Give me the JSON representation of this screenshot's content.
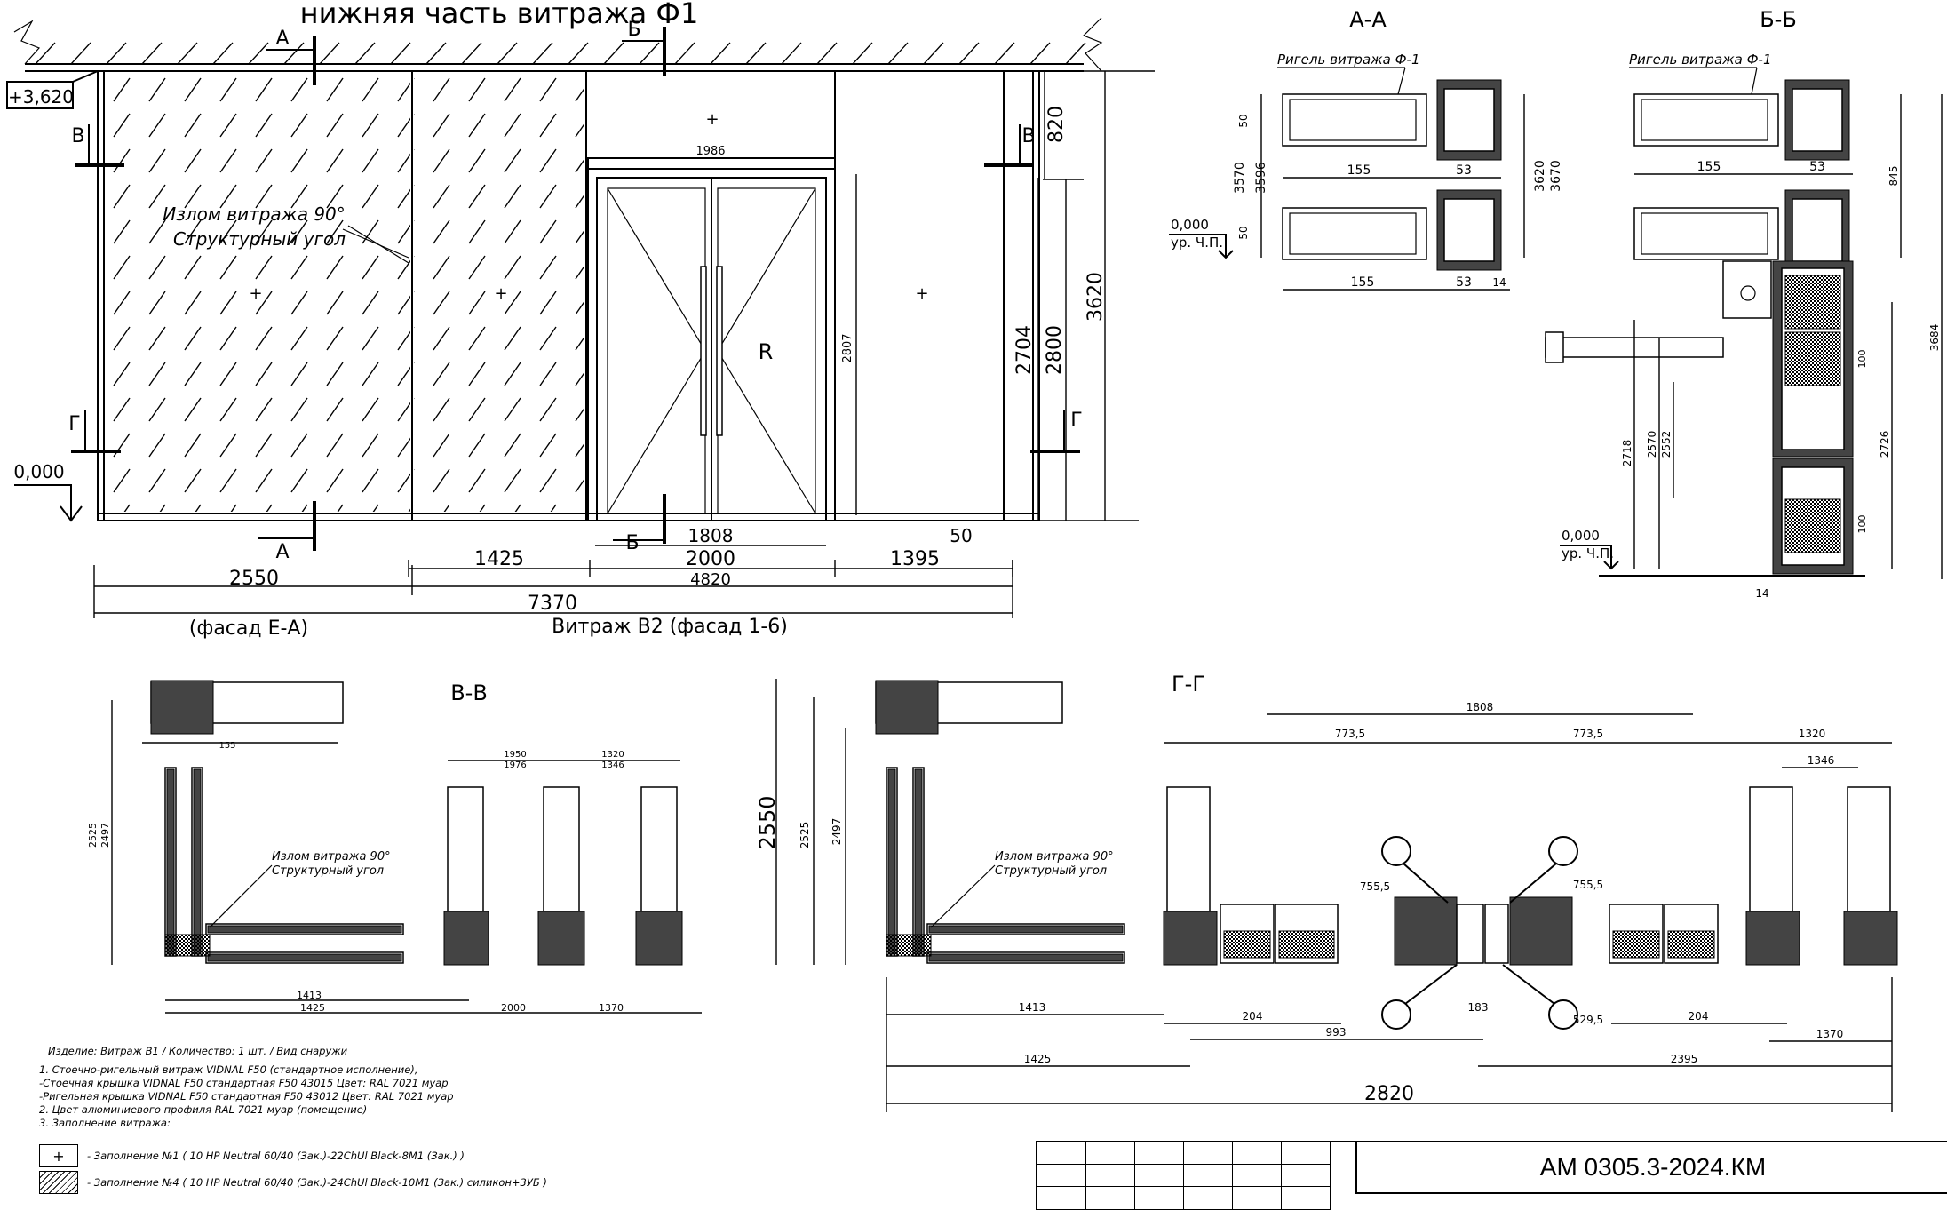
{
  "titles": {
    "main": "нижняя часть витража Ф1",
    "sec_aa": "А-А",
    "sec_bb": "Б-Б",
    "sec_vv": "В-В",
    "sec_gg": "Г-Г"
  },
  "elevation": {
    "level_top": "+3,620",
    "level_zero": "0,000",
    "fold_note_1": "Излом витража 90°",
    "fold_note_2": "Структурный угол",
    "door_mark": "R",
    "door_width": "1986",
    "door_height": "2807",
    "cut_a": "А",
    "cut_b": "Б",
    "cut_v": "В",
    "cut_g": "Г",
    "dims_vertical": [
      "820",
      "3620",
      "2704",
      "2800"
    ],
    "dim_1425": "1425",
    "dim_2000": "2000",
    "dim_1395": "1395",
    "dim_1808": "1808",
    "dim_50": "50",
    "dim_2550": "2550",
    "dim_4820": "4820",
    "dim_7370": "7370",
    "caption_left": "(фасад Е-А)",
    "caption_right": "Витраж В2 (фасад 1-6)"
  },
  "section_aa": {
    "label": "Ригель витража Ф-1",
    "zero": "0,000",
    "floor": "ур. Ч.П.",
    "dims": [
      "50",
      "3570",
      "3596",
      "50",
      "155",
      "53",
      "3620",
      "3670",
      "155",
      "53",
      "14"
    ]
  },
  "section_bb": {
    "label": "Ригель витража Ф-1",
    "zero": "0,000",
    "floor": "ур. Ч.П.",
    "dims": [
      "155",
      "53",
      "845",
      "2718",
      "2570",
      "2552",
      "2726",
      "3684",
      "100",
      "100",
      "14"
    ]
  },
  "section_vv": {
    "fold_note_1": "Излом витража 90°",
    "fold_note_2": "Структурный угол",
    "dims": [
      "2525",
      "2497",
      "155",
      "1413",
      "1425",
      "2000",
      "1370",
      "1950",
      "1976",
      "1320",
      "1346"
    ]
  },
  "section_gg": {
    "fold_note_1": "Излом витража 90°",
    "fold_note_2": "Структурный угол",
    "dims": [
      "2550",
      "2525",
      "2497",
      "1808",
      "773,5",
      "755,5",
      "1320",
      "1346",
      "1413",
      "204",
      "993",
      "1425",
      "2395",
      "529,5",
      "1370",
      "183",
      "2820"
    ]
  },
  "notes": [
    "Изделие: Витраж В1  / Количество: 1 шт. / Вид снаружи",
    "1. Стоечно-ригельный витраж  VIDNAL F50 (стандартное исполнение),",
    "  -Стоечная крышка VIDNAL F50 стандартная F50 43015  Цвет: RAL 7021 муар",
    "  -Ригельная крышка VIDNAL F50 стандартная F50 43012  Цвет: RAL 7021 муар",
    "2. Цвет алюминиевого профиля RAL 7021 муар (помещение)",
    "3. Заполнение витража:"
  ],
  "legend": [
    {
      "symbol": "+",
      "text": "- Заполнение №1 ( 10 HP Neutral 60/40 (Зак.)-22ChUl Black-8M1 (Зак.) )"
    },
    {
      "symbol": "",
      "text": "- Заполнение №4 ( 10 HP Neutral 60/40 (Зак.)-24ChUl Black-10M1 (Зак.) силикон+3УБ )"
    }
  ],
  "stamp_code": "АМ 0305.3-2024.КМ",
  "colors": {
    "ink": "#000000",
    "paper": "#ffffff",
    "profile_dark": "#444444"
  }
}
